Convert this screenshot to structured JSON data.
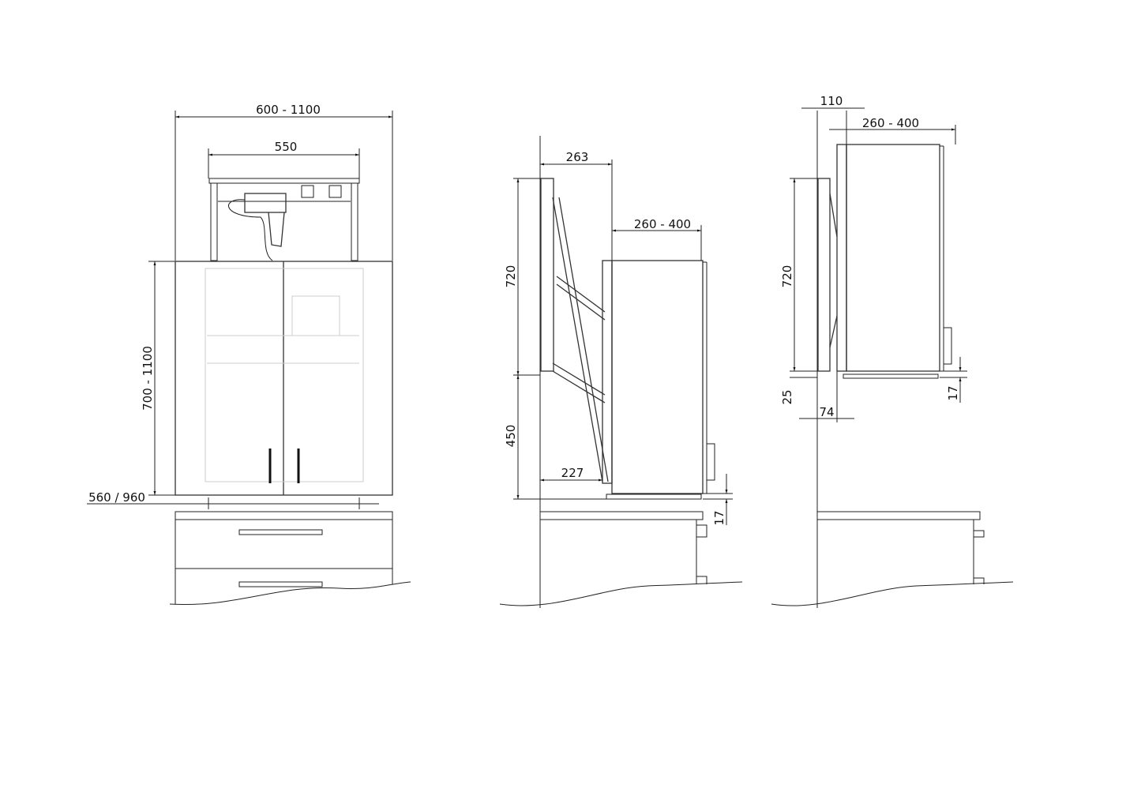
{
  "front_view": {
    "overall_width": "600 - 1100",
    "mechanism_width": "550",
    "height_range": "700 - 1100",
    "depth": "560 / 960"
  },
  "side_view_open": {
    "projection_top": "263",
    "cabinet_depth": "260 - 400",
    "height_upper": "720",
    "height_lower": "450",
    "projection_bottom": "227",
    "gap": "17"
  },
  "side_view_closed": {
    "offset": "110",
    "cabinet_depth": "260 - 400",
    "height": "720",
    "bottom_offset": "25",
    "plate_depth": "74",
    "gap": "17"
  }
}
